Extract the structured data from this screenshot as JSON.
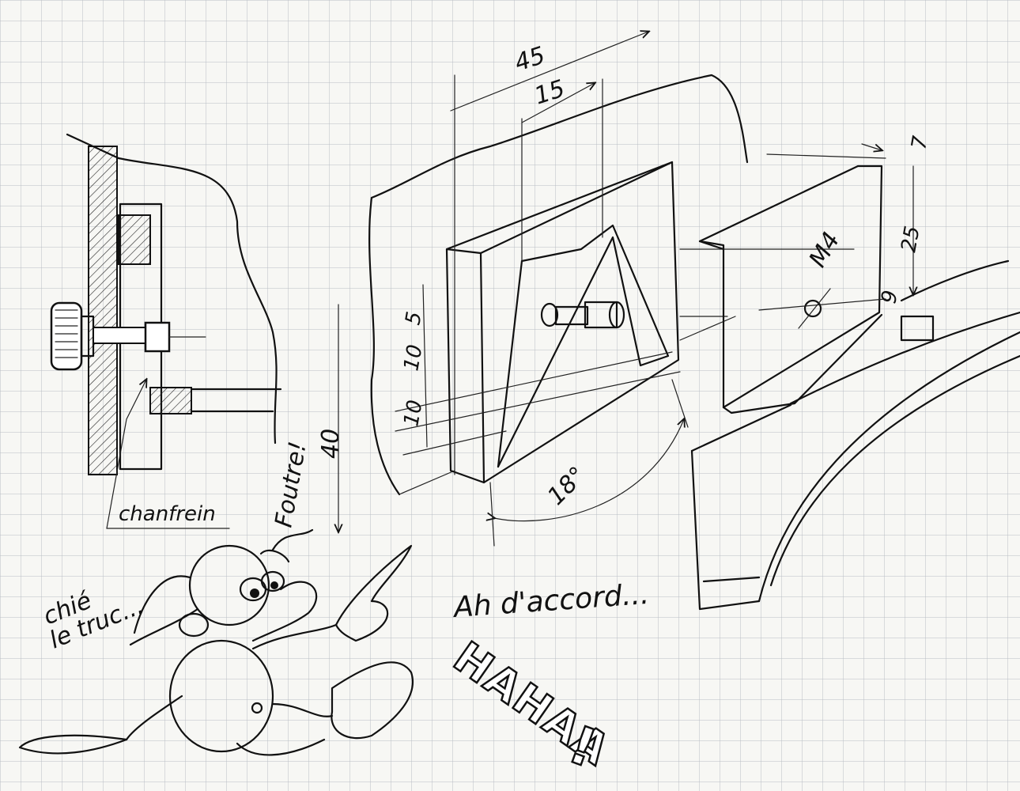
{
  "sheet": {
    "grid_color": "#b9bec4",
    "paper_color": "#f7f7f4",
    "ink_color": "#111111"
  },
  "dimensions": {
    "d45": "45",
    "d15": "15",
    "d40": "40",
    "d10a": "10",
    "d10b": "10",
    "d5": "5",
    "angle": "18°",
    "m4": "M4",
    "d25": "25",
    "d9": "9",
    "d7": "7"
  },
  "labels": {
    "chanfrein": "chanfrein",
    "foutre": "Foutre!",
    "chie_line1": "chié",
    "chie_line2": "le truc...",
    "ah_daccord": "Ah d'accord...",
    "hahaa": "HAHAA",
    "exclaim": "!"
  }
}
